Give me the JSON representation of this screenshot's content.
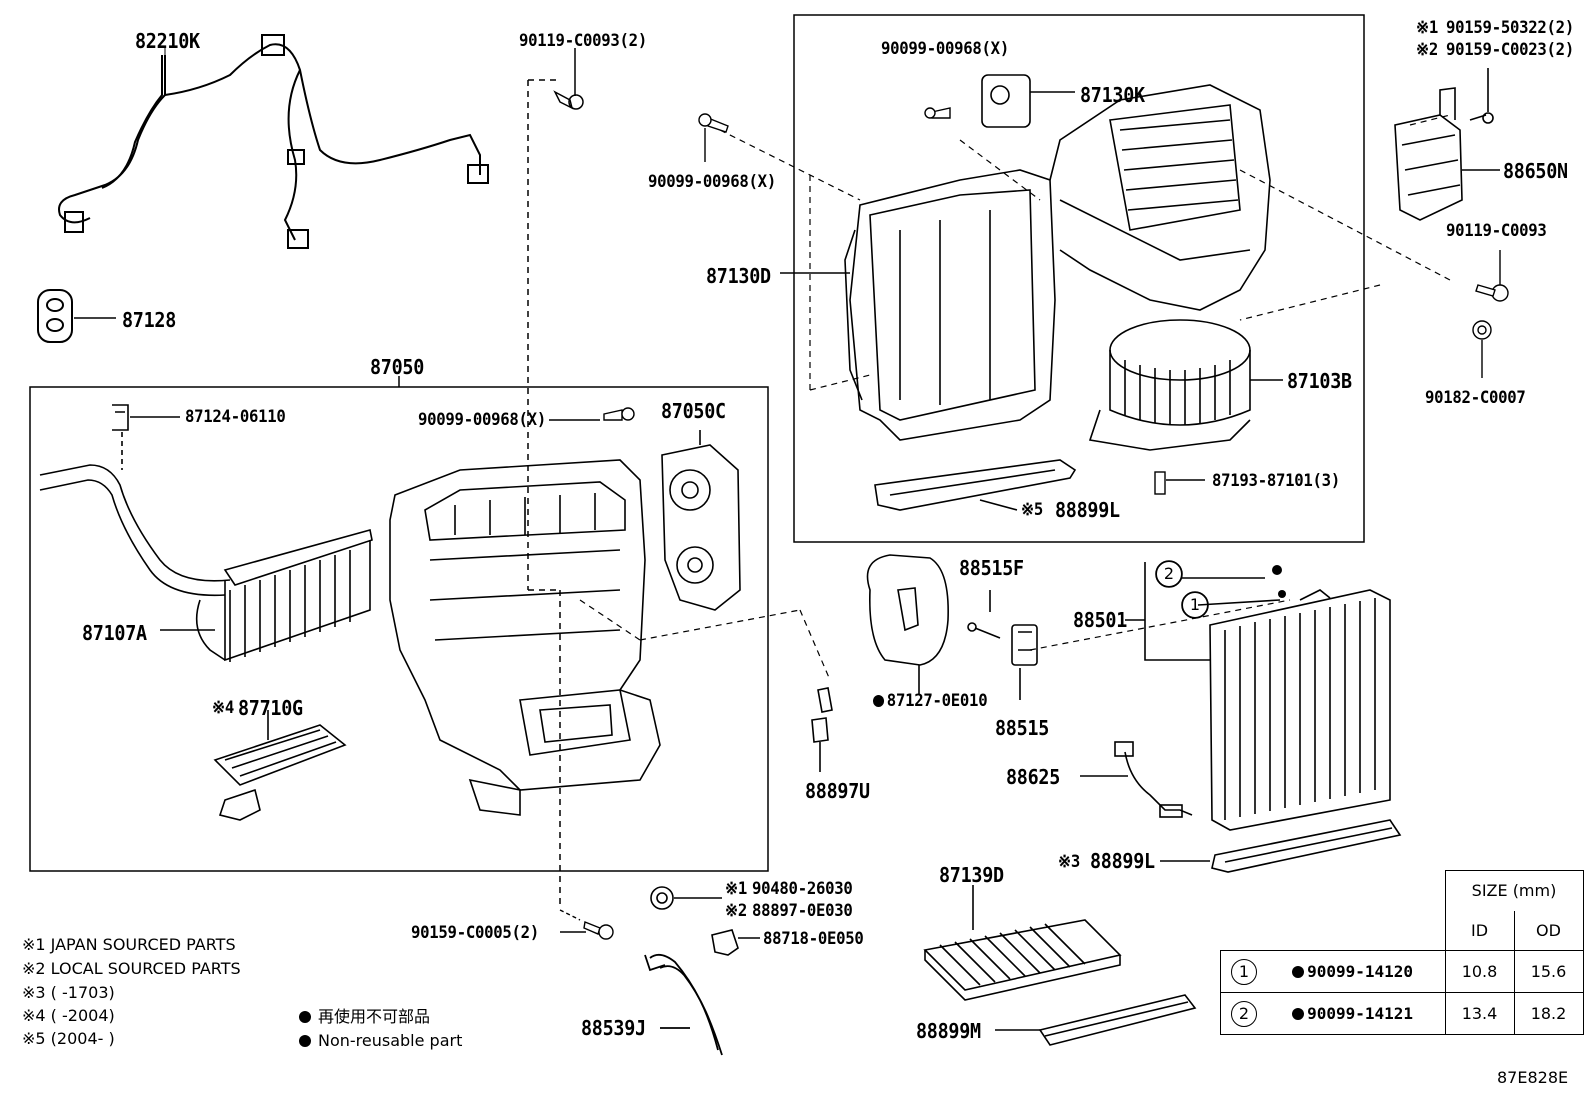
{
  "diagram": {
    "figure_code": "87E828E",
    "groups": {
      "unit_group": "87050"
    },
    "callouts": {
      "c82210K": "82210K",
      "c87128": "87128",
      "c90119_C0093_2": "90119-C0093(2)",
      "c90099_00968_X_a": "90099-00968(X)",
      "c90099_00968_X_b": "90099-00968(X)",
      "c87130K": "87130K",
      "c87130D": "87130D",
      "c87103B": "87103B",
      "c87193_87101_3": "87193-87101(3)",
      "c88899L_5": "88899L",
      "c90159_50322_2": "90159-50322(2)",
      "c90159_C0023_2": "90159-C0023(2)",
      "c88650N": "88650N",
      "c90119_C0093": "90119-C0093",
      "c90182_C0007": "90182-C0007",
      "c87124_06110": "87124-06110",
      "c90099_00968_X_c": "90099-00968(X)",
      "c87050C": "87050C",
      "c87107A": "87107A",
      "c87710G": "87710G",
      "c88515F": "88515F",
      "c88515": "88515",
      "c88501": "88501",
      "c87127_0E010": "87127-0E010",
      "c88897U": "88897U",
      "c88625": "88625",
      "c88899L_3": "88899L",
      "c87139D": "87139D",
      "c88899M": "88899M",
      "c90480_26030": "90480-26030",
      "c88897_0E030": "88897-0E030",
      "c88718_0E050": "88718-0E050",
      "c90159_C0005_2": "90159-C0005(2)",
      "c88539J": "88539J",
      "c1": "1",
      "c2": "2"
    },
    "marks": {
      "m1": "※1",
      "m2": "※2",
      "m3": "※3",
      "m4": "※4",
      "m5": "※5"
    }
  },
  "legend": {
    "note1": "※1 JAPAN SOURCED PARTS",
    "note2": "※2 LOCAL SOURCED PARTS",
    "note3": "※3 (      -1703)",
    "note4": "※4 (      -2004)",
    "note5": "※5 (2004-      )",
    "nonreusable_jp": "再使用不可部品",
    "nonreusable_en": "Non-reusable part"
  },
  "size_table": {
    "title": "SIZE (mm)",
    "col_id": "ID",
    "col_od": "OD",
    "rows": [
      {
        "ref": "1",
        "part": "90099-14120",
        "id": "10.8",
        "od": "15.6"
      },
      {
        "ref": "2",
        "part": "90099-14121",
        "id": "13.4",
        "od": "18.2"
      }
    ]
  }
}
